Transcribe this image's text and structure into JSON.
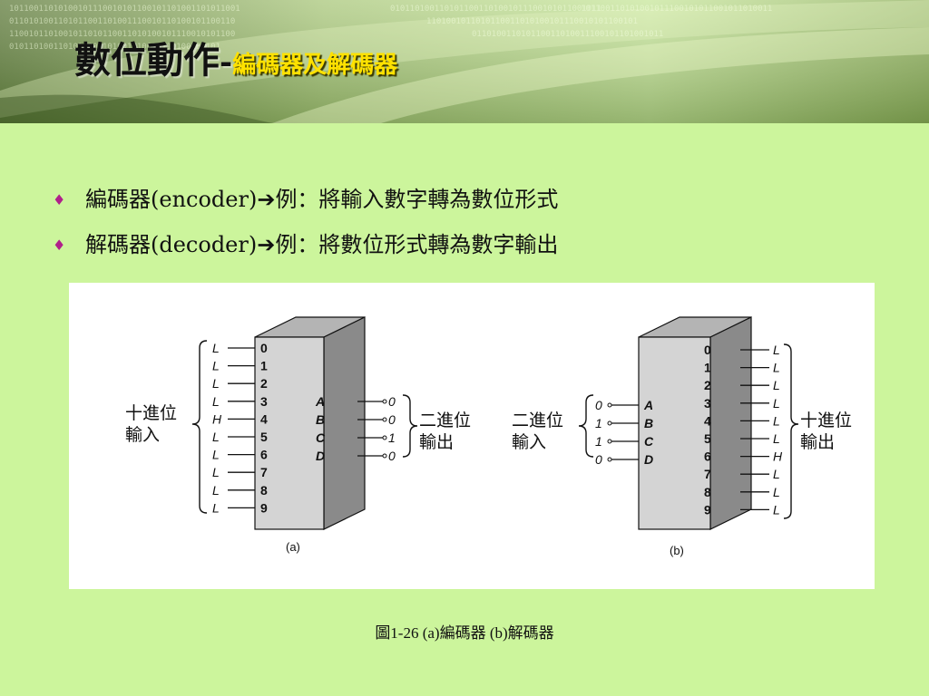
{
  "slide": {
    "title_main": "數位動作",
    "title_sep": "-",
    "title_sub": "編碼器及解碼器",
    "bullets": [
      {
        "text": "編碼器(encoder)",
        "arrow": "➔",
        "rest": "例：將輸入數字轉為數位形式"
      },
      {
        "text": "解碼器(decoder)",
        "arrow": "➔",
        "rest": "例：將數位形式轉為數字輸出"
      }
    ],
    "caption": "圖1-26  (a)編碼器 (b)解碼器"
  },
  "figure": {
    "encoder": {
      "input_levels": [
        "L",
        "L",
        "L",
        "L",
        "H",
        "L",
        "L",
        "L",
        "L",
        "L"
      ],
      "input_pins": [
        "0",
        "1",
        "2",
        "3",
        "4",
        "5",
        "6",
        "7",
        "8",
        "9"
      ],
      "output_pins": [
        "A",
        "B",
        "C",
        "D"
      ],
      "output_values": [
        "0",
        "0",
        "1",
        "0"
      ],
      "left_label_1": "十進位",
      "left_label_2": "輸入",
      "right_label_1": "二進位",
      "right_label_2": "輸出",
      "caption": "(a)"
    },
    "decoder": {
      "input_values": [
        "0",
        "1",
        "1",
        "0"
      ],
      "input_pins": [
        "A",
        "B",
        "C",
        "D"
      ],
      "output_pins": [
        "0",
        "1",
        "2",
        "3",
        "4",
        "5",
        "6",
        "7",
        "8",
        "9"
      ],
      "output_levels": [
        "L",
        "L",
        "L",
        "L",
        "L",
        "L",
        "H",
        "L",
        "L",
        "L"
      ],
      "left_label_1": "二進位",
      "left_label_2": "輸入",
      "right_label_1": "十進位",
      "right_label_2": "輸出",
      "caption": "(b)"
    },
    "colors": {
      "block_front": "#d4d4d4",
      "block_side": "#8a8a8a",
      "block_top": "#b4b4b4"
    }
  },
  "theme": {
    "background": "#ccf59c",
    "title_accent": "#ffe100",
    "bullet": "#b0208a"
  }
}
